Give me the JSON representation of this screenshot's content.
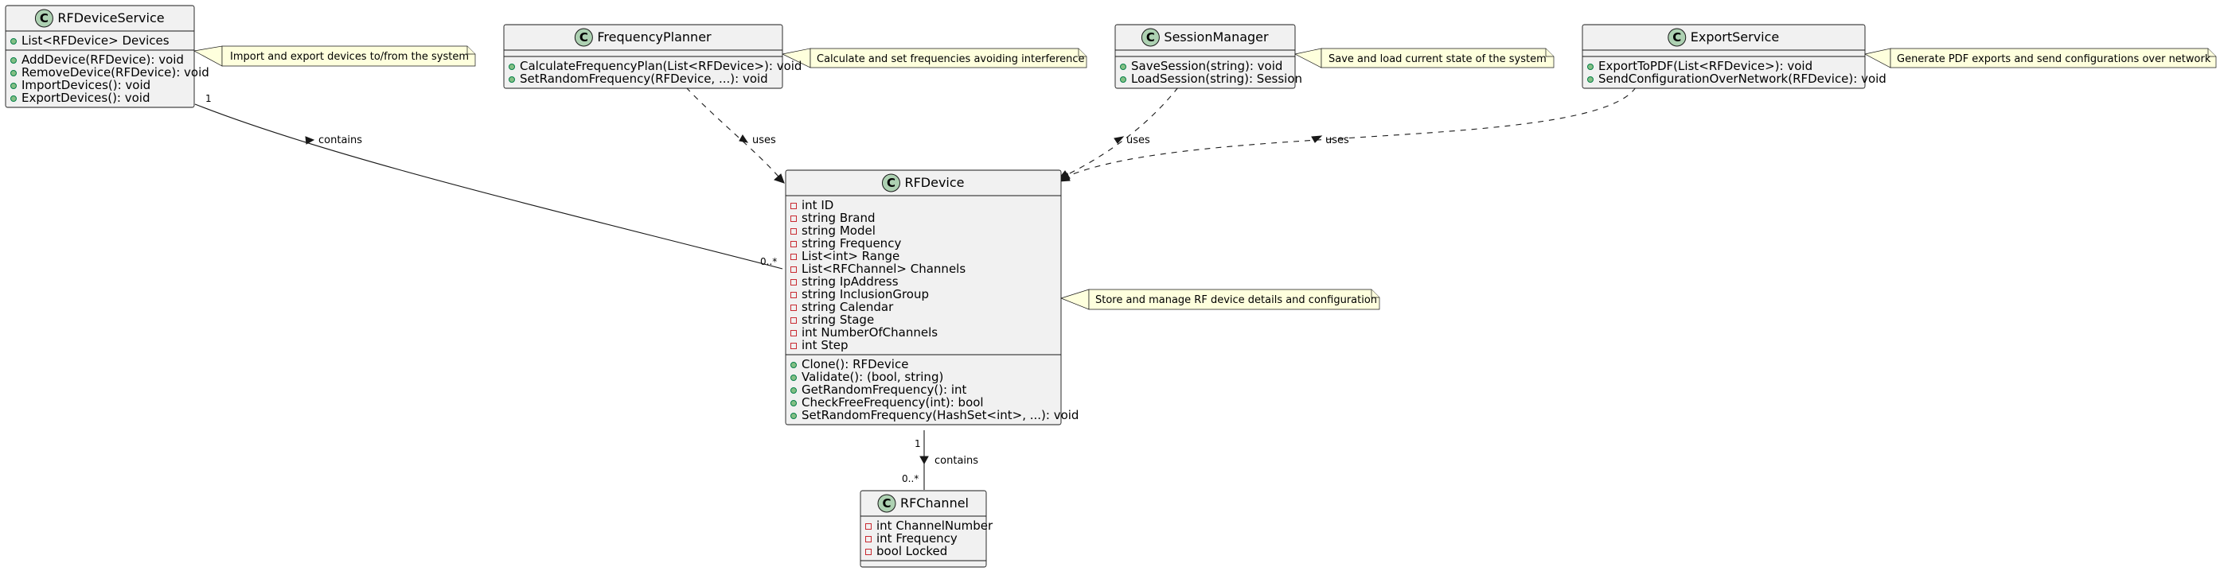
{
  "classes": {
    "rfdeviceservice": {
      "name": "RFDeviceService",
      "fields": [
        {
          "vis": "+",
          "text": "List<RFDevice> Devices"
        }
      ],
      "methods": [
        {
          "vis": "+",
          "text": "AddDevice(RFDevice): void"
        },
        {
          "vis": "+",
          "text": "RemoveDevice(RFDevice): void"
        },
        {
          "vis": "+",
          "text": "ImportDevices(): void"
        },
        {
          "vis": "+",
          "text": "ExportDevices(): void"
        }
      ]
    },
    "frequencyplanner": {
      "name": "FrequencyPlanner",
      "fields": [],
      "methods": [
        {
          "vis": "+",
          "text": "CalculateFrequencyPlan(List<RFDevice>): void"
        },
        {
          "vis": "+",
          "text": "SetRandomFrequency(RFDevice, ...): void"
        }
      ]
    },
    "sessionmanager": {
      "name": "SessionManager",
      "fields": [],
      "methods": [
        {
          "vis": "+",
          "text": "SaveSession(string): void"
        },
        {
          "vis": "+",
          "text": "LoadSession(string): Session"
        }
      ]
    },
    "exportservice": {
      "name": "ExportService",
      "fields": [],
      "methods": [
        {
          "vis": "+",
          "text": "ExportToPDF(List<RFDevice>): void"
        },
        {
          "vis": "+",
          "text": "SendConfigurationOverNetwork(RFDevice): void"
        }
      ]
    },
    "rfdevice": {
      "name": "RFDevice",
      "fields": [
        {
          "vis": "-",
          "text": "int ID"
        },
        {
          "vis": "-",
          "text": "string Brand"
        },
        {
          "vis": "-",
          "text": "string Model"
        },
        {
          "vis": "-",
          "text": "string Frequency"
        },
        {
          "vis": "-",
          "text": "List<int> Range"
        },
        {
          "vis": "-",
          "text": "List<RFChannel> Channels"
        },
        {
          "vis": "-",
          "text": "string IpAddress"
        },
        {
          "vis": "-",
          "text": "string InclusionGroup"
        },
        {
          "vis": "-",
          "text": "string Calendar"
        },
        {
          "vis": "-",
          "text": "string Stage"
        },
        {
          "vis": "-",
          "text": "int NumberOfChannels"
        },
        {
          "vis": "-",
          "text": "int Step"
        }
      ],
      "methods": [
        {
          "vis": "+",
          "text": "Clone(): RFDevice"
        },
        {
          "vis": "+",
          "text": "Validate(): (bool, string)"
        },
        {
          "vis": "+",
          "text": "GetRandomFrequency(): int"
        },
        {
          "vis": "+",
          "text": "CheckFreeFrequency(int): bool"
        },
        {
          "vis": "+",
          "text": "SetRandomFrequency(HashSet<int>, ...): void"
        }
      ]
    },
    "rfchannel": {
      "name": "RFChannel",
      "fields": [
        {
          "vis": "-",
          "text": "int ChannelNumber"
        },
        {
          "vis": "-",
          "text": "int Frequency"
        },
        {
          "vis": "-",
          "text": "bool Locked"
        }
      ],
      "methods": []
    }
  },
  "notes": {
    "rfdeviceservice": "Import and export devices to/from the system",
    "frequencyplanner": "Calculate and set frequencies avoiding interference",
    "sessionmanager": "Save and load current state of the system",
    "exportservice": "Generate PDF exports and send configurations over network",
    "rfdevice": "Store and manage RF device details and configuration"
  },
  "relations": {
    "service_contains": {
      "label": "contains",
      "from_mult": "1",
      "to_mult": "0..*"
    },
    "planner_uses": {
      "label": "uses"
    },
    "session_uses": {
      "label": "uses"
    },
    "export_uses": {
      "label": "uses"
    },
    "device_contains": {
      "label": "contains",
      "from_mult": "1",
      "to_mult": "0..*"
    }
  },
  "colors": {
    "class_fill": "#F1F1F1",
    "note_fill": "#FEFFDD",
    "stereotype_circle": "#ADD1B2",
    "private_marker": "#C82930",
    "public_marker": "#84BE84",
    "line": "#181818"
  }
}
